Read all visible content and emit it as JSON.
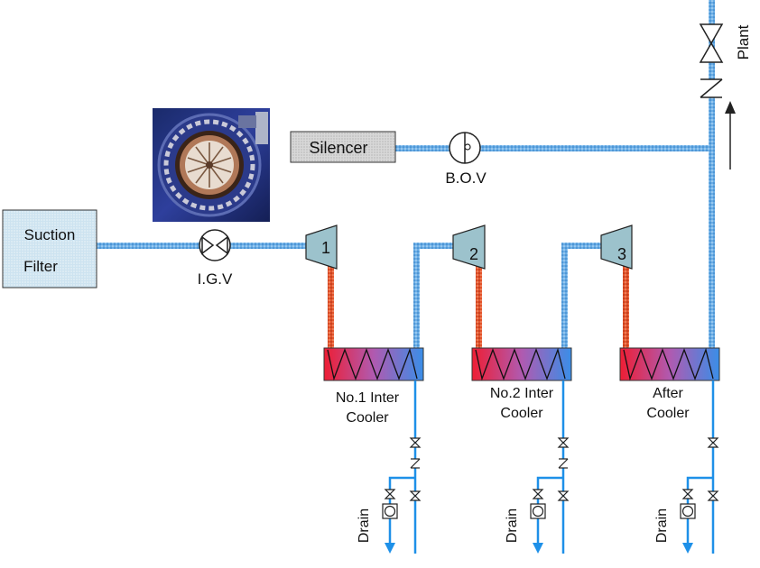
{
  "suction_filter": {
    "line1": "Suction",
    "line2": "Filter"
  },
  "igv_label": "I.G.V",
  "silencer_label": "Silencer",
  "bov_label": "B.O.V",
  "plant_label": "Plant",
  "stages": [
    {
      "number": "1"
    },
    {
      "number": "2"
    },
    {
      "number": "3"
    }
  ],
  "coolers": [
    {
      "line1": "No.1 Inter",
      "line2": "Cooler"
    },
    {
      "line1": "No.2 Inter",
      "line2": "Cooler"
    },
    {
      "line1": "After",
      "line2": "Cooler"
    }
  ],
  "drain_label": "Drain",
  "colors": {
    "air_pipe": "#5aa0dc",
    "hot_pipe": "#e0502a",
    "water_line": "#1e90e8",
    "cooler_hot": "#e8203a",
    "cooler_cold": "#3a8ee8",
    "compressor": "#9cc2cc"
  }
}
